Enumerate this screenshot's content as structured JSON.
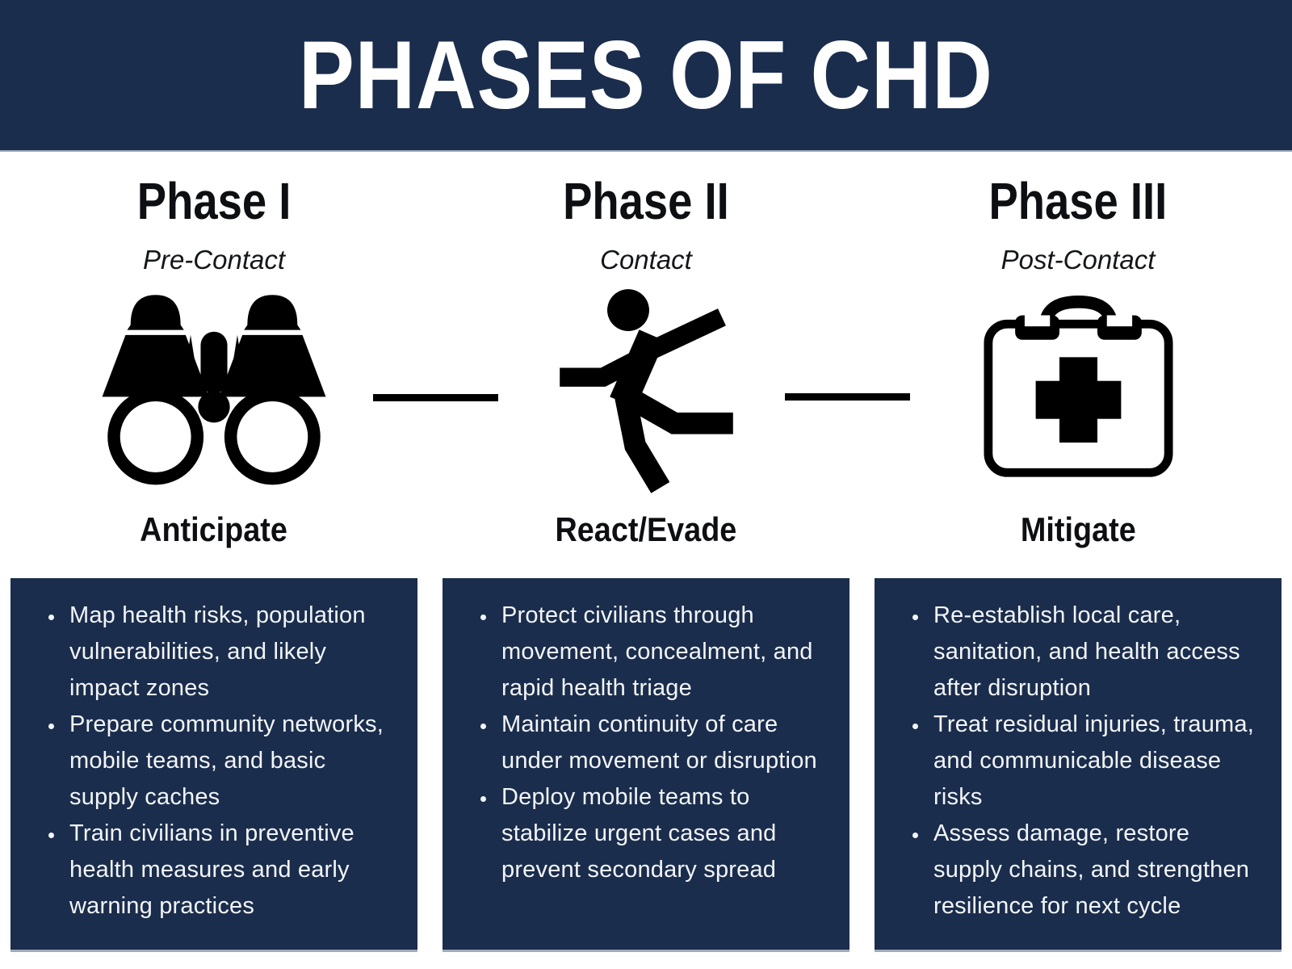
{
  "title": "PHASES OF CHD",
  "colors": {
    "navy": "#1b2d4c",
    "text_on_navy": "#f2f5f9",
    "heading_text": "#0d0f12",
    "icon_black": "#000000",
    "background": "#ffffff"
  },
  "phases": [
    {
      "name": "Phase I",
      "subtitle": "Pre-Contact",
      "icon": "binoculars-icon",
      "action": "Anticipate",
      "bullets": [
        "Map health risks, population vulnerabilities, and likely impact zones",
        "Prepare community networks, mobile teams, and basic supply caches",
        "Train civilians in preventive health measures and early warning practices"
      ]
    },
    {
      "name": "Phase II",
      "subtitle": "Contact",
      "icon": "running-person-icon",
      "action": "React/Evade",
      "bullets": [
        "Protect civilians through movement, concealment, and rapid health triage",
        "Maintain continuity of care under movement or disruption",
        "Deploy mobile teams to stabilize urgent cases and prevent secondary spread"
      ]
    },
    {
      "name": "Phase III",
      "subtitle": "Post-Contact",
      "icon": "first-aid-kit-icon",
      "action": "Mitigate",
      "bullets": [
        "Re-establish local care, sanitation, and health access after disruption",
        "Treat residual injuries, trauma, and communicable disease risks",
        "Assess damage, restore supply chains, and strengthen resilience for next cycle"
      ]
    }
  ]
}
